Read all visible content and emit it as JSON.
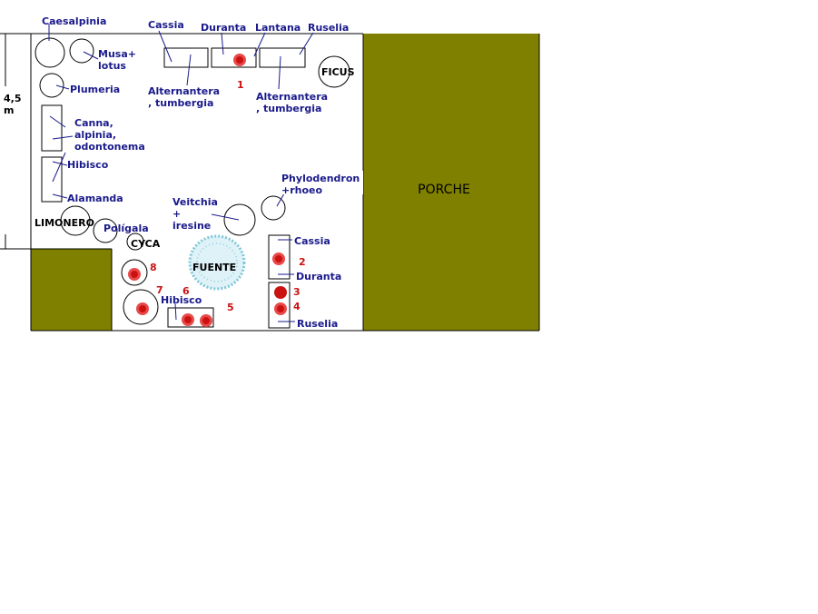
{
  "dimension": {
    "value": "4,5",
    "unit": "m"
  },
  "areas": {
    "porche": "PORCHE",
    "fuente": "FUENTE"
  },
  "plants": {
    "caesalpinia": "Caesalpinia",
    "musa_line1": "Musa+",
    "musa_line2": "lotus",
    "plumeria": "Plumeria",
    "canna_line1": "Canna,",
    "canna_line2": "alpinia,",
    "canna_line3": "odontonema",
    "hibisco_left": "Hibisco",
    "alamanda": "Alamanda",
    "limonero": "LIMONERO",
    "poligala": "Polígala",
    "cyca": "CYCA",
    "cassia_top": "Cassia",
    "duranta_top": "Duranta",
    "lantana": "Lantana",
    "ruselia_top": "Ruselia",
    "ficus": "FICUS",
    "alternantera_left_line1": "Alternantera",
    "alternantera_left_line2": ", tumbergia",
    "alternantera_right_line1": "Alternantera",
    "alternantera_right_line2": ", tumbergia",
    "phylodendron_line1": "Phylodendron",
    "phylodendron_line2": "+rhoeo",
    "veitchia_line1": "Veitchia",
    "veitchia_line2": "+",
    "veitchia_line3": "iresine",
    "cassia_right": "Cassia",
    "duranta_right": "Duranta",
    "ruselia_right": "Ruselia",
    "hibisco_bottom": "Hibisco"
  },
  "markers": [
    "1",
    "2",
    "3",
    "4",
    "5",
    "6",
    "7",
    "8"
  ],
  "colors": {
    "porche": "#808000",
    "labels": "#1a1a8c",
    "markers": "#cc1111",
    "fountain": "#7fc8d8"
  }
}
